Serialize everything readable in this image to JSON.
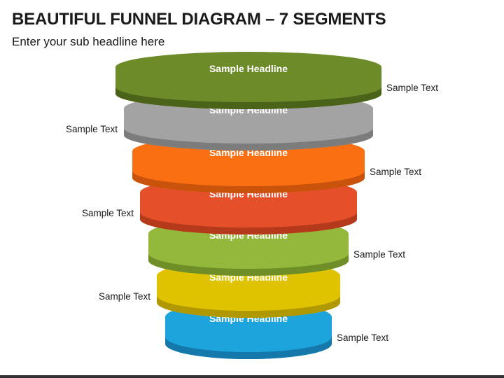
{
  "header": {
    "title": "BEAUTIFUL FUNNEL DIAGRAM – 7 SEGMENTS",
    "subtitle": "Enter your sub headline here"
  },
  "segments": [
    {
      "headline": "Sample Headline",
      "side_text": "Sample Text",
      "side": "right",
      "color": "#6e8b2a",
      "dark": "#4b6219"
    },
    {
      "headline": "Sample Headline",
      "side_text": "Sample Text",
      "side": "left",
      "color": "#a3a3a3",
      "dark": "#7c7c7c"
    },
    {
      "headline": "Sample Headline",
      "side_text": "Sample Text",
      "side": "right",
      "color": "#fb6f13",
      "dark": "#c9530a"
    },
    {
      "headline": "Sample Headline",
      "side_text": "Sample Text",
      "side": "left",
      "color": "#e5502a",
      "dark": "#b53a1b"
    },
    {
      "headline": "Sample Headline",
      "side_text": "Sample Text",
      "side": "right",
      "color": "#93b83b",
      "dark": "#6f8e27"
    },
    {
      "headline": "Sample Headline",
      "side_text": "Sample Text",
      "side": "left",
      "color": "#e0c300",
      "dark": "#b09800"
    },
    {
      "headline": "Sample Headline",
      "side_text": "Sample Text",
      "side": "right",
      "color": "#1ea4dc",
      "dark": "#1478aa"
    }
  ]
}
